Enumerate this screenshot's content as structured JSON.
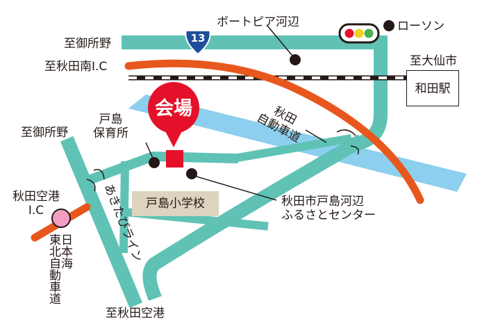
{
  "map": {
    "venue": {
      "label": "会場"
    },
    "route_shield": {
      "number": "13"
    },
    "labels": {
      "to_goshono_top": "至御所野",
      "to_akita_minami_ic": "至秋田南I.C",
      "boatopia": "ボートピア河辺",
      "lawson": "ローソン",
      "to_omagari": "至大仙市",
      "wada_station": "和田駅",
      "akita_expressway": "秋田\n自動車道",
      "toshima_nursery": "戸島\n保育所",
      "to_goshono_left": "至御所野",
      "akita_airport_ic": "秋田空港\nI.C",
      "akita_airport_ic_rest": "",
      "toshima_school": "戸島小学校",
      "akita_city_center": "秋田市戸島河辺\nふるさとセンター",
      "akitabi_line": "あきたびライン",
      "nihonkai_tohoku_exp": "日本海\n東北自動車道",
      "to_akita_airport": "至秋田空港"
    },
    "colors": {
      "road": "#5fc2b5",
      "expressway": "#e8571d",
      "river": "#8ccfee",
      "venue": "#e5102a",
      "school_area": "#dcd4bf",
      "ic_marker": "#f19ec2",
      "text": "#231815"
    },
    "icons": [
      "traffic-light-icon",
      "poi-dot-icon",
      "route-13-shield-icon",
      "map-pin-icon",
      "railway-line-icon"
    ]
  }
}
